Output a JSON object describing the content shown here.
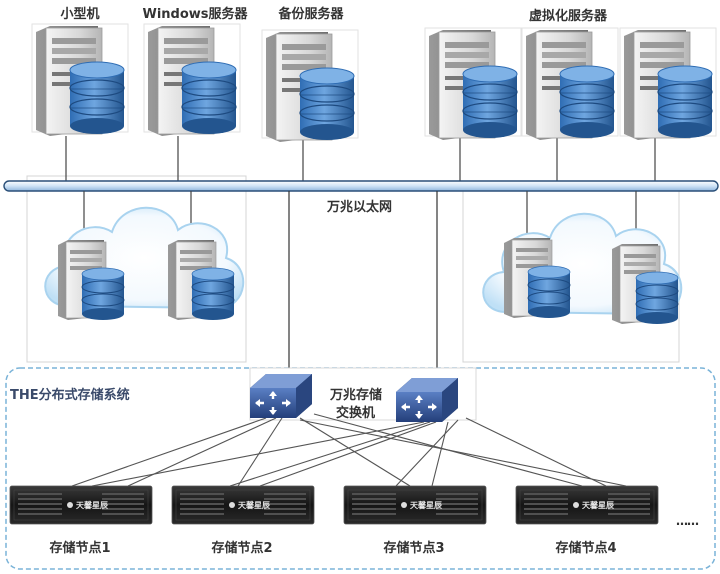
{
  "labels": {
    "minicomputer": "小型机",
    "windows_server": "Windows服务器",
    "backup_server": "备份服务器",
    "virtualization_server": "虚拟化服务器",
    "ethernet": "万兆以太网",
    "distributed_storage": "THE分布式存储系统",
    "storage_switch_line1": "万兆存储",
    "storage_switch_line2": "交换机",
    "ellipsis": "……"
  },
  "storage_nodes": [
    {
      "label": "存储节点1",
      "brand": "天馨星辰"
    },
    {
      "label": "存储节点2",
      "brand": "天馨星辰"
    },
    {
      "label": "存储节点3",
      "brand": "天馨星辰"
    },
    {
      "label": "存储节点4",
      "brand": "天馨星辰"
    }
  ],
  "colors": {
    "bus": "#cfe3f6",
    "bus_stroke": "#2a4f78",
    "disk": "#3d7fc6",
    "switch": "#3b5a9a",
    "dashed_border": "#7ab3d8"
  }
}
